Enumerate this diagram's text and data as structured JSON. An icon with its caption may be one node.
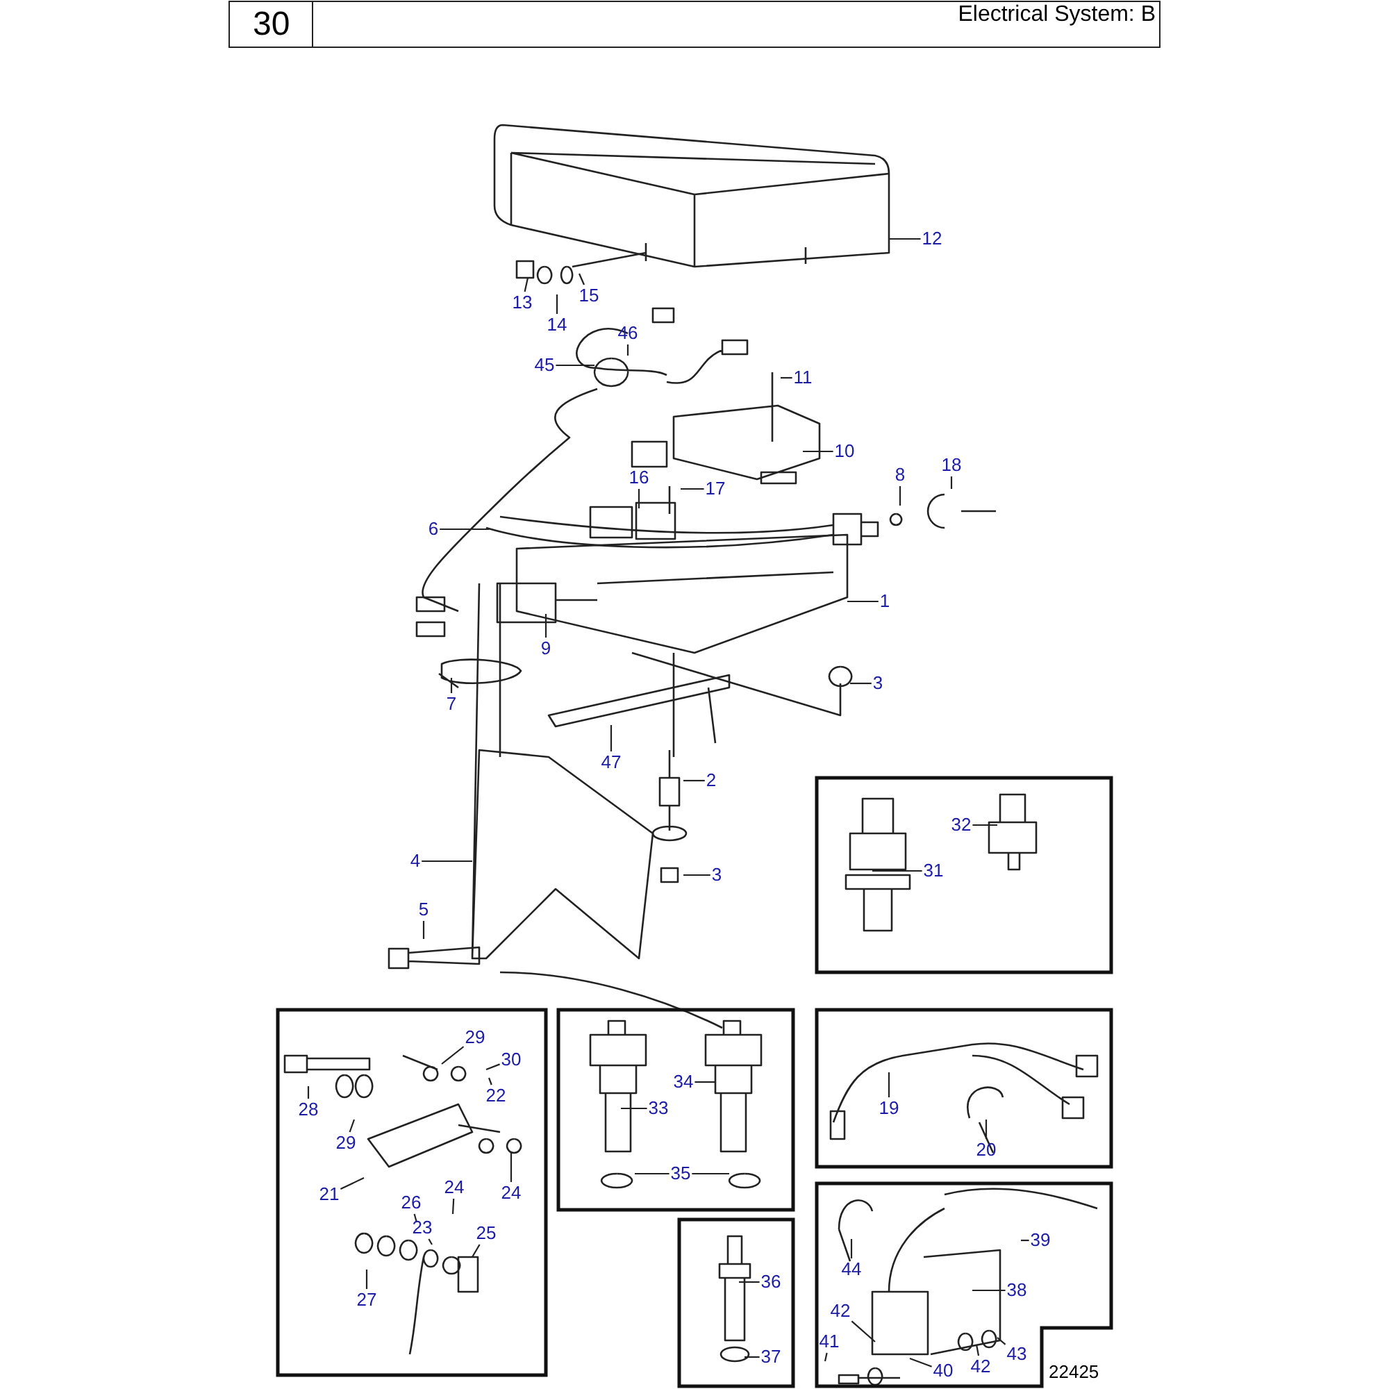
{
  "diagram": {
    "title": "Electrical System: B",
    "nodes": [
      {
        "text": [
          "12"
        ]
      },
      {
        "text": [
          "13"
        ]
      },
      {
        "text": [
          "14"
        ]
      },
      {
        "text": [
          "15"
        ]
      },
      {
        "text": [
          "46"
        ]
      },
      {
        "text": [
          "45"
        ]
      },
      {
        "text": [
          "11"
        ]
      },
      {
        "text": [
          "10"
        ]
      },
      {
        "text": [
          "16"
        ]
      },
      {
        "text": [
          "17"
        ]
      },
      {
        "text": [
          "8"
        ]
      },
      {
        "text": [
          "18"
        ]
      },
      {
        "text": [
          "6"
        ]
      },
      {
        "text": [
          "1"
        ]
      },
      {
        "text": [
          "9"
        ]
      },
      {
        "text": [
          "3"
        ]
      },
      {
        "text": [
          "7"
        ]
      },
      {
        "text": [
          "47"
        ]
      },
      {
        "text": [
          "2"
        ]
      },
      {
        "text": [
          "4"
        ]
      },
      {
        "text": [
          "3"
        ]
      },
      {
        "text": [
          "5"
        ]
      },
      {
        "text": [],
        "shape": "box"
      },
      {
        "text": [
          "32"
        ],
        "in": 22
      },
      {
        "text": [
          "31"
        ],
        "in": 22
      },
      {
        "text": [],
        "shape": "box"
      },
      {
        "text": [
          "29"
        ],
        "in": 25
      },
      {
        "text": [
          "30"
        ],
        "in": 25
      },
      {
        "text": [
          "22"
        ],
        "in": 25
      },
      {
        "text": [
          "28"
        ],
        "in": 25
      },
      {
        "text": [
          "29"
        ],
        "in": 25
      },
      {
        "text": [
          "24"
        ],
        "in": 25
      },
      {
        "text": [
          "21"
        ],
        "in": 25
      },
      {
        "text": [
          "26"
        ],
        "in": 25
      },
      {
        "text": [
          "24"
        ],
        "in": 25
      },
      {
        "text": [
          "23"
        ],
        "in": 25
      },
      {
        "text": [
          "25"
        ],
        "in": 25
      },
      {
        "text": [
          "27"
        ],
        "in": 25
      },
      {
        "text": [],
        "shape": "box"
      },
      {
        "text": [
          "34"
        ],
        "in": 38
      },
      {
        "text": [
          "33"
        ],
        "in": 38
      },
      {
        "text": [
          "35"
        ],
        "in": 38
      },
      {
        "text": [],
        "shape": "box"
      },
      {
        "text": [
          "19"
        ],
        "in": 42
      },
      {
        "text": [
          "20"
        ],
        "in": 42
      },
      {
        "text": [],
        "shape": "box"
      },
      {
        "text": [
          "36"
        ],
        "in": 45
      },
      {
        "text": [
          "37"
        ],
        "in": 45
      },
      {
        "text": [],
        "shape": "box"
      },
      {
        "text": [
          "39"
        ],
        "in": 48
      },
      {
        "text": [
          "44"
        ],
        "in": 48
      },
      {
        "text": [
          "38"
        ],
        "in": 48
      },
      {
        "text": [
          "42"
        ],
        "in": 48
      },
      {
        "text": [
          "41"
        ],
        "in": 48
      },
      {
        "text": [
          "40"
        ],
        "in": 48
      },
      {
        "text": [
          "42"
        ],
        "in": 48
      },
      {
        "text": [
          "43"
        ],
        "in": 48
      }
    ],
    "edges": [
      {
        "from": 0,
        "to": null,
        "arrow": "none"
      },
      {
        "from": 1,
        "to": null,
        "arrow": "none"
      },
      {
        "from": 2,
        "to": null,
        "arrow": "none"
      },
      {
        "from": 3,
        "to": null,
        "arrow": "none"
      },
      {
        "from": 4,
        "to": null,
        "arrow": "none"
      },
      {
        "from": 5,
        "to": null,
        "arrow": "none"
      },
      {
        "from": 6,
        "to": null,
        "arrow": "none"
      },
      {
        "from": 7,
        "to": null,
        "arrow": "none"
      },
      {
        "from": 8,
        "to": null,
        "arrow": "none"
      },
      {
        "from": 9,
        "to": null,
        "arrow": "none"
      },
      {
        "from": 10,
        "to": null,
        "arrow": "none"
      },
      {
        "from": 11,
        "to": null,
        "arrow": "none"
      },
      {
        "from": 12,
        "to": null,
        "arrow": "none"
      },
      {
        "from": 13,
        "to": null,
        "arrow": "none"
      },
      {
        "from": 14,
        "to": null,
        "arrow": "none"
      },
      {
        "from": 15,
        "to": null,
        "arrow": "none"
      },
      {
        "from": 16,
        "to": null,
        "arrow": "none"
      },
      {
        "from": 17,
        "to": null,
        "arrow": "none"
      },
      {
        "from": 18,
        "to": null,
        "arrow": "none"
      },
      {
        "from": 19,
        "to": null,
        "arrow": "none"
      },
      {
        "from": 20,
        "to": null,
        "arrow": "none"
      },
      {
        "from": 21,
        "to": null,
        "arrow": "none"
      },
      {
        "from": 23,
        "to": null,
        "arrow": "none"
      },
      {
        "from": 24,
        "to": null,
        "arrow": "none"
      },
      {
        "from": 26,
        "to": null,
        "arrow": "none"
      },
      {
        "from": 27,
        "to": null,
        "arrow": "none"
      },
      {
        "from": 28,
        "to": null,
        "arrow": "none"
      },
      {
        "from": 29,
        "to": null,
        "arrow": "none"
      },
      {
        "from": 30,
        "to": null,
        "arrow": "none"
      },
      {
        "from": 31,
        "to": null,
        "arrow": "none"
      },
      {
        "from": 32,
        "to": null,
        "arrow": "none"
      },
      {
        "from": 33,
        "to": null,
        "arrow": "none"
      },
      {
        "from": 34,
        "to": null,
        "arrow": "none"
      },
      {
        "from": 35,
        "to": null,
        "arrow": "none"
      },
      {
        "from": 36,
        "to": null,
        "arrow": "none"
      },
      {
        "from": 37,
        "to": null,
        "arrow": "none"
      },
      {
        "from": 39,
        "to": null,
        "arrow": "none"
      },
      {
        "from": 40,
        "to": null,
        "arrow": "none"
      },
      {
        "from": 41,
        "to": null,
        "arrow": "none"
      },
      {
        "from": 41,
        "to": null,
        "arrow": "none"
      },
      {
        "from": 43,
        "to": null,
        "arrow": "none"
      },
      {
        "from": 44,
        "to": null,
        "arrow": "none"
      },
      {
        "from": 46,
        "to": null,
        "arrow": "none"
      },
      {
        "from": 47,
        "to": null,
        "arrow": "none"
      },
      {
        "from": 49,
        "to": null,
        "arrow": "none"
      },
      {
        "from": 50,
        "to": null,
        "arrow": "none"
      },
      {
        "from": 51,
        "to": null,
        "arrow": "none"
      },
      {
        "from": 52,
        "to": null,
        "arrow": "none"
      },
      {
        "from": 53,
        "to": null,
        "arrow": "none"
      },
      {
        "from": 54,
        "to": null,
        "arrow": "none"
      },
      {
        "from": 55,
        "to": null,
        "arrow": "none"
      },
      {
        "from": 56,
        "to": null,
        "arrow": "none"
      }
    ],
    "labels": [
      "30",
      "22425"
    ]
  }
}
